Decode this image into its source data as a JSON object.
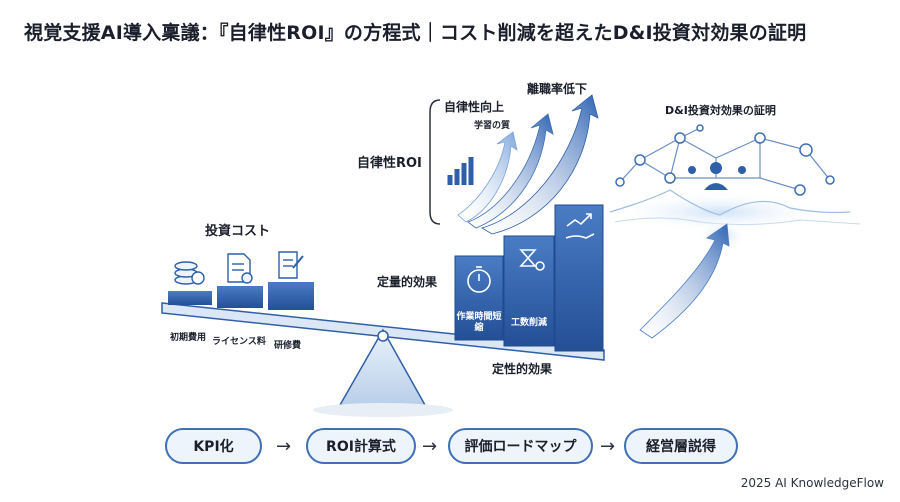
{
  "title": "視覚支援AI導入稟議：『自律性ROI』の方程式｜コスト削減を超えたD&I投資対効果の証明",
  "labels": {
    "investment_cost": "投資コスト",
    "initial_cost": "初期費用",
    "license_fee": "ライセンス料",
    "training_cost": "研修費",
    "quantitative_effect": "定量的効果",
    "work_time_reduction": "作業時間短縮",
    "man_hour_reduction": "工数削減",
    "qualitative_effect": "定性的効果",
    "autonomy_roi": "自律性ROI",
    "autonomy_up": "自律性向上",
    "learning_quality": "学習の質",
    "turnover_down": "離職率低下",
    "di_proof": "D&I投資対効果の証明"
  },
  "flow": [
    {
      "label": "KPI化"
    },
    {
      "label": "ROI計算式"
    },
    {
      "label": "評価ロードマップ"
    },
    {
      "label": "経営層説得"
    }
  ],
  "flow_arrow": "→",
  "footer": "2025 AI KnowledgeFlow",
  "colors": {
    "primary": "#2f5fa8",
    "dark": "#1f4a8f",
    "light": "#e6eff9",
    "accent": "#3f6fb5"
  }
}
